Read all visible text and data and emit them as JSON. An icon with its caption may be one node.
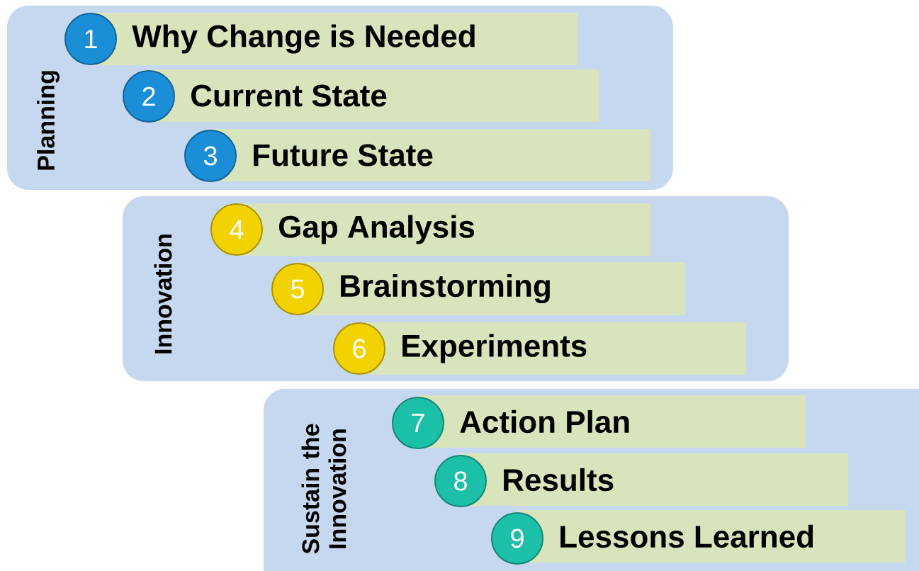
{
  "diagram": {
    "nodes": [
      {
        "text": [
          "Planning"
        ]
      },
      {
        "text": [
          "1"
        ],
        "in": 0
      },
      {
        "text": [
          "Why Change is Needed"
        ],
        "in": 0
      },
      {
        "text": [
          "2"
        ],
        "in": 0
      },
      {
        "text": [
          "Current State"
        ],
        "in": 0
      },
      {
        "text": [
          "3"
        ],
        "in": 0
      },
      {
        "text": [
          "Future State"
        ],
        "in": 0
      },
      {
        "text": [
          "Innovation"
        ]
      },
      {
        "text": [
          "4"
        ],
        "in": 7
      },
      {
        "text": [
          "Gap Analysis"
        ],
        "in": 7
      },
      {
        "text": [
          "5"
        ],
        "in": 7
      },
      {
        "text": [
          "Brainstorming"
        ],
        "in": 7
      },
      {
        "text": [
          "6"
        ],
        "in": 7
      },
      {
        "text": [
          "Experiments"
        ],
        "in": 7
      },
      {
        "text": [
          "Sustain the Innovation"
        ]
      },
      {
        "text": [
          "7"
        ],
        "in": 14
      },
      {
        "text": [
          "Action Plan"
        ],
        "in": 14
      },
      {
        "text": [
          "8"
        ],
        "in": 14
      },
      {
        "text": [
          "Results"
        ],
        "in": 14
      },
      {
        "text": [
          "9"
        ],
        "in": 14
      },
      {
        "text": [
          "Lessons Learned"
        ],
        "in": 14
      }
    ]
  }
}
